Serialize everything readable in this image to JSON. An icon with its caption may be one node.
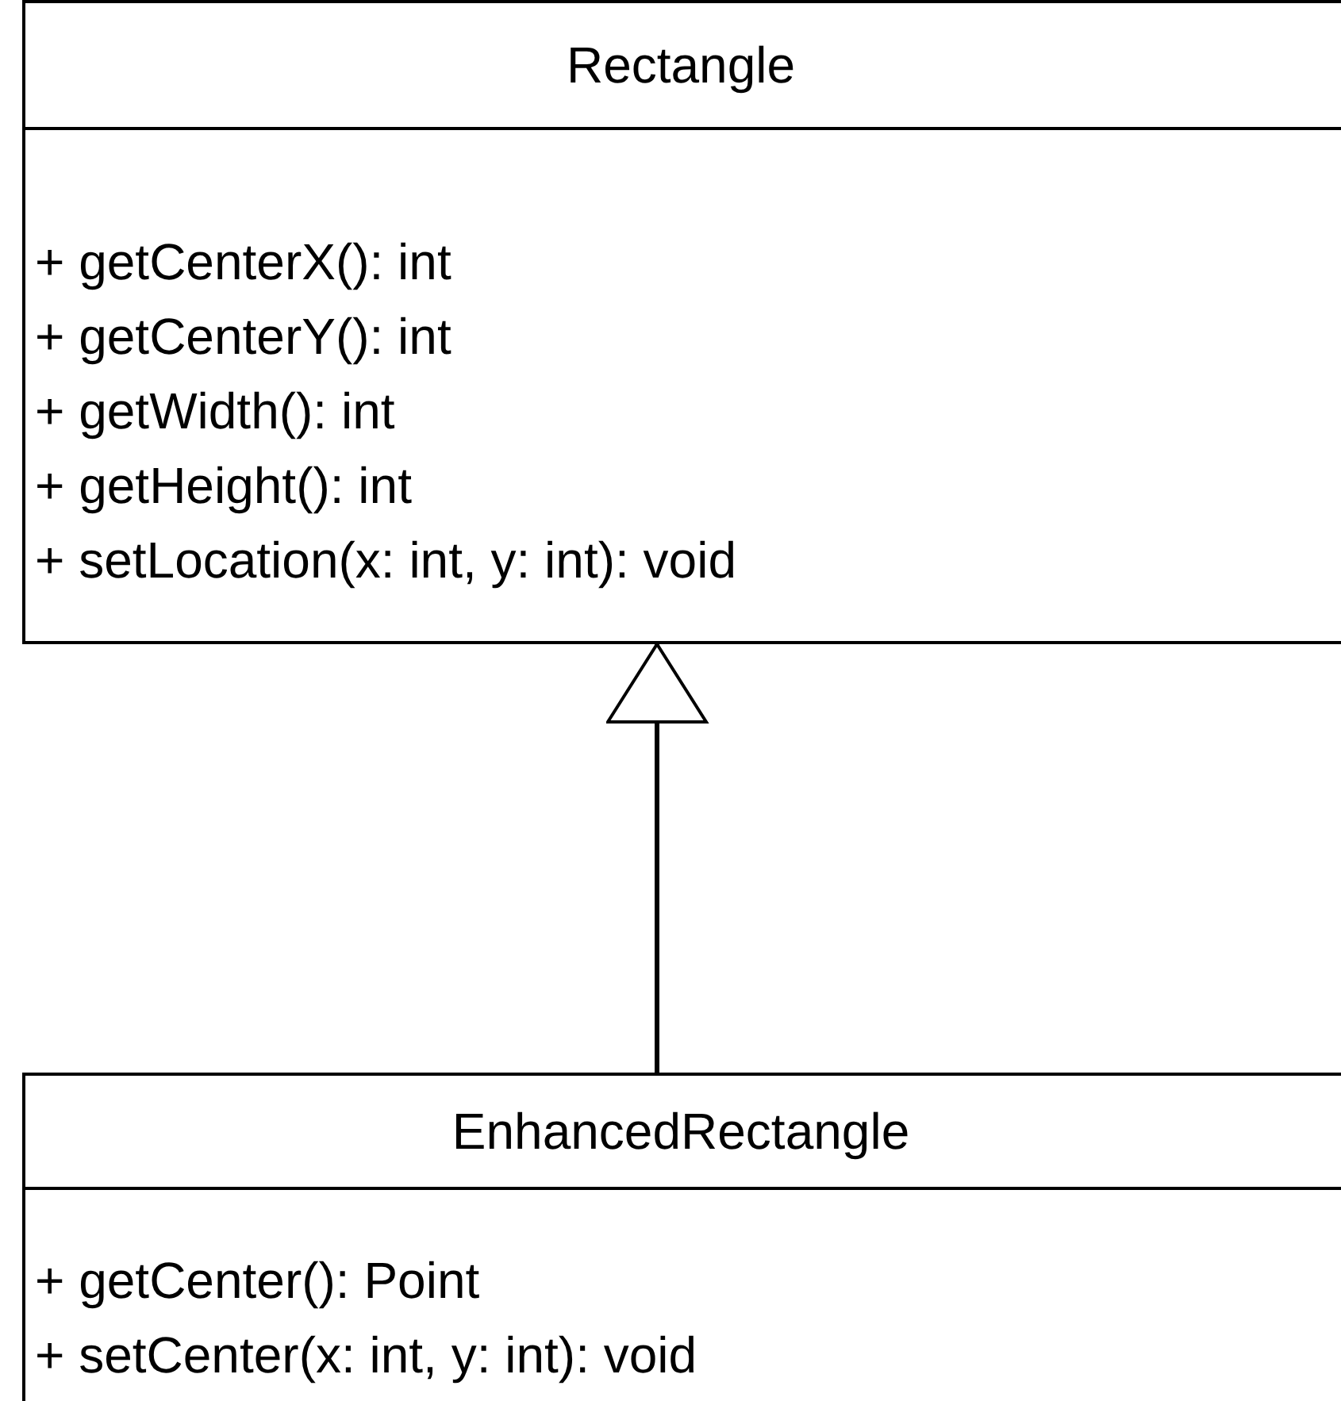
{
  "diagram": {
    "nodes": [
      {
        "text": [
          "Rectangle",
          "+ getCenterX(): int",
          "+ getCenterY(): int",
          "+ getWidth(): int",
          "+ getHeight(): int",
          "+ setLocation(x: int, y: int): void"
        ]
      },
      {
        "text": [
          "EnhancedRectangle",
          "+ getCenter(): Point",
          "+ setCenter(x: int, y: int): void"
        ]
      }
    ],
    "edges": [
      {
        "from": 1,
        "to": 0,
        "arrow": "to"
      }
    ]
  }
}
